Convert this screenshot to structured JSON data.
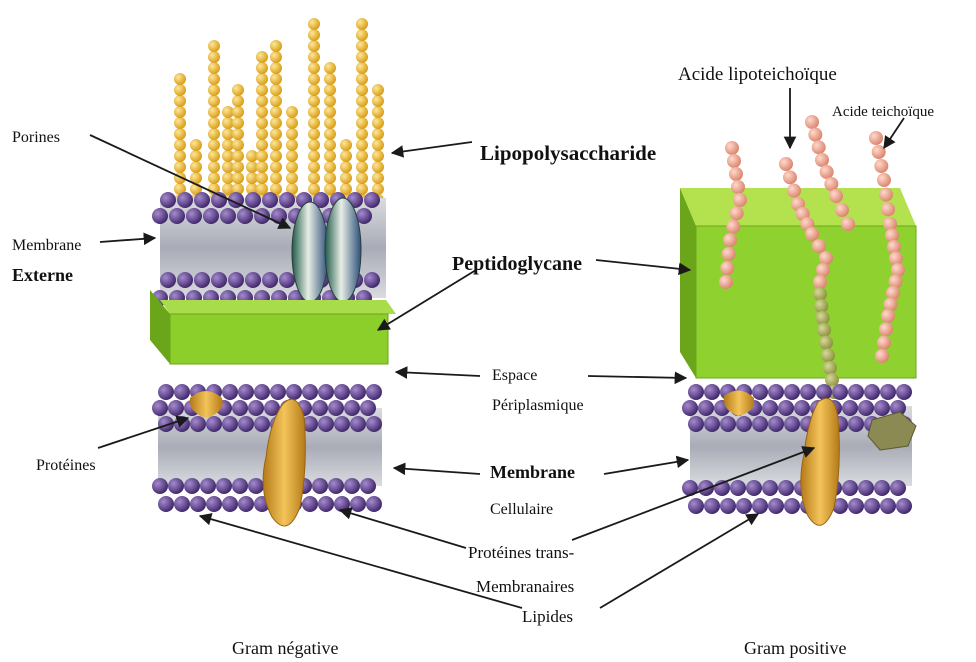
{
  "labels": {
    "porines": "Porines",
    "lipopolysaccharide": "Lipopolysaccharide",
    "membrane_externe_line1": "Membrane",
    "membrane_externe_line2": "Externe",
    "peptidoglycane": "Peptidoglycane",
    "acide_lipoteichoique": "Acide lipoteichoïque",
    "acide_teichoique": "Acide teichoïque",
    "espace_line1": "Espace",
    "espace_line2": "Périplasmique",
    "proteines": "Protéines",
    "membrane_cellulaire_line1": "Membrane",
    "membrane_cellulaire_line2": "Cellulaire",
    "proteines_trans_line1": "Protéines trans-",
    "proteines_trans_line2": "Membranaires",
    "lipides": "Lipides",
    "gram_negative": "Gram négative",
    "gram_positive": "Gram positive"
  },
  "colors": {
    "phospholipid_head": "#5b3a8c",
    "lipid_tail": "#b9bcc4",
    "peptidoglycan": "#7fbf1f",
    "lps_bead": "#f2b81e",
    "teichoic_bead": "#f0a48c",
    "protein": "#e0a93a",
    "porin": "#3f7a6a"
  }
}
